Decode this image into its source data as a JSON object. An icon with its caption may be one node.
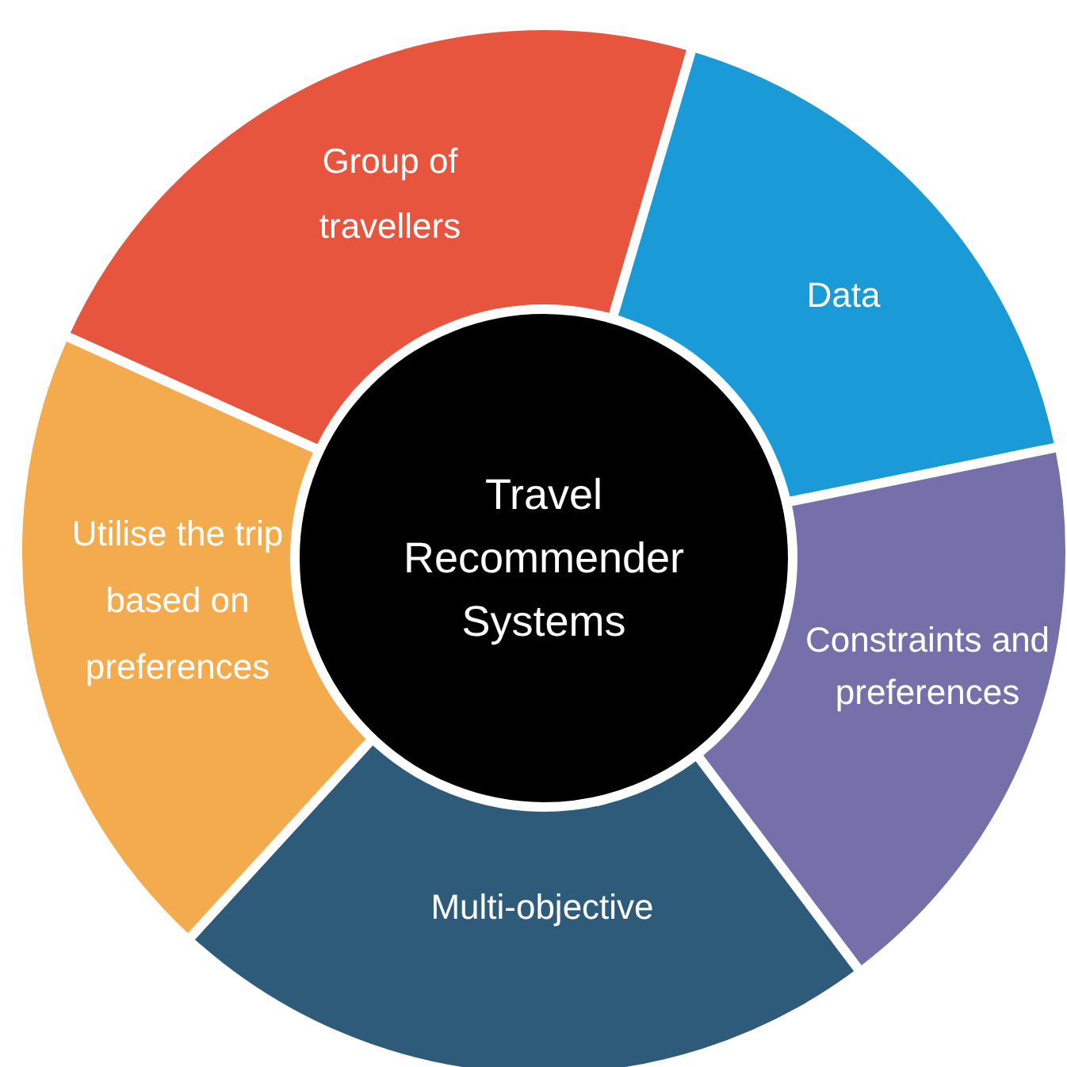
{
  "diagram": {
    "nodes": [
      {
        "text": [
          "Travel Recommender Systems"
        ]
      },
      {
        "text": [
          "Group of travellers"
        ]
      },
      {
        "text": [
          "Data"
        ]
      },
      {
        "text": [
          "Constraints and preferences"
        ]
      },
      {
        "text": [
          "Multi-objective"
        ]
      },
      {
        "text": [
          "Utilise the trip based on preferences"
        ]
      }
    ]
  }
}
